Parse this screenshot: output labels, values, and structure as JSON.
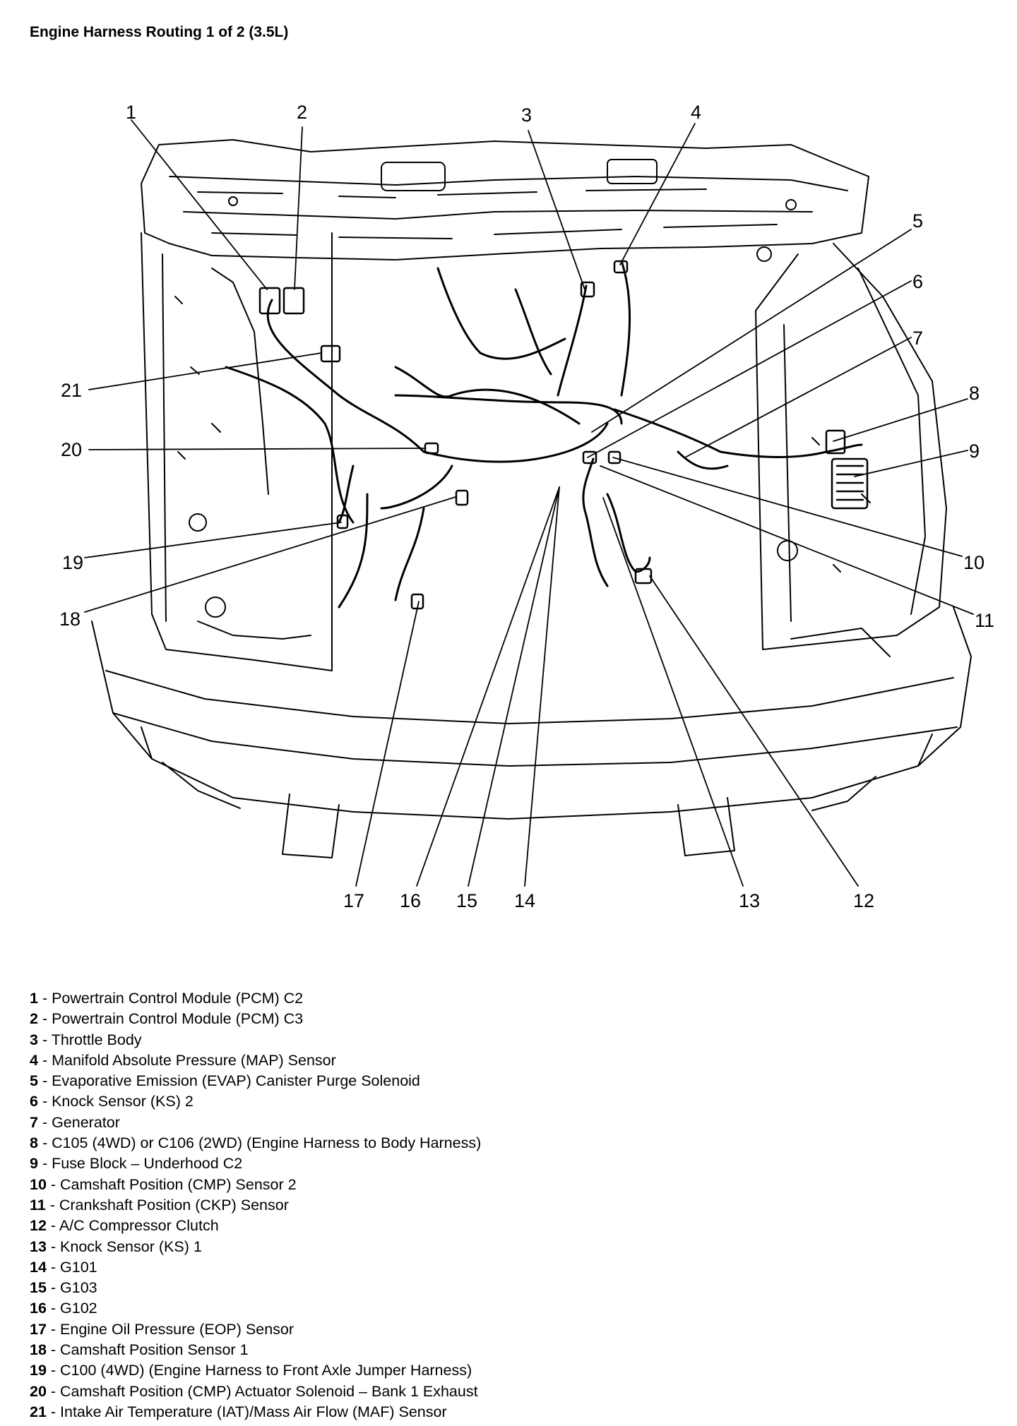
{
  "title": "Engine Harness Routing 1 of 2 (3.5L)",
  "callouts": [
    "1",
    "2",
    "3",
    "4",
    "5",
    "6",
    "7",
    "8",
    "9",
    "10",
    "11",
    "12",
    "13",
    "14",
    "15",
    "16",
    "17",
    "18",
    "19",
    "20",
    "21"
  ],
  "legend": [
    {
      "num": "1",
      "label": "Powertrain Control Module (PCM) C2"
    },
    {
      "num": "2",
      "label": "Powertrain Control Module (PCM) C3"
    },
    {
      "num": "3",
      "label": "Throttle Body"
    },
    {
      "num": "4",
      "label": "Manifold Absolute Pressure (MAP) Sensor"
    },
    {
      "num": "5",
      "label": "Evaporative Emission (EVAP) Canister Purge Solenoid"
    },
    {
      "num": "6",
      "label": "Knock Sensor (KS) 2"
    },
    {
      "num": "7",
      "label": "Generator"
    },
    {
      "num": "8",
      "label": "C105 (4WD) or C106 (2WD) (Engine Harness to Body Harness)"
    },
    {
      "num": "9",
      "label": "Fuse Block – Underhood C2"
    },
    {
      "num": "10",
      "label": "Camshaft Position (CMP) Sensor 2"
    },
    {
      "num": "11",
      "label": "Crankshaft Position (CKP) Sensor"
    },
    {
      "num": "12",
      "label": "A/C Compressor Clutch"
    },
    {
      "num": "13",
      "label": "Knock Sensor (KS) 1"
    },
    {
      "num": "14",
      "label": "G101"
    },
    {
      "num": "15",
      "label": "G103"
    },
    {
      "num": "16",
      "label": "G102"
    },
    {
      "num": "17",
      "label": "Engine Oil Pressure (EOP) Sensor"
    },
    {
      "num": "18",
      "label": "Camshaft Position Sensor 1"
    },
    {
      "num": "19",
      "label": "C100 (4WD) (Engine Harness to Front Axle Jumper Harness)"
    },
    {
      "num": "20",
      "label": "Camshaft Position (CMP) Actuator Solenoid – Bank 1 Exhaust"
    },
    {
      "num": "21",
      "label": "Intake Air Temperature (IAT)/Mass Air Flow (MAF) Sensor"
    }
  ]
}
